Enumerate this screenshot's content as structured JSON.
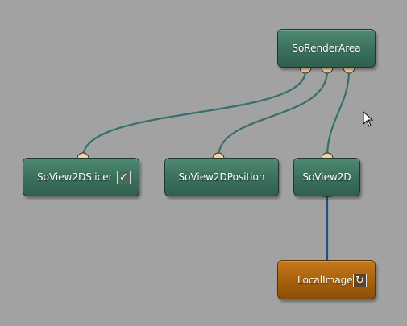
{
  "network": {
    "modules": {
      "render_area": {
        "label": "SoRenderArea"
      },
      "view2d_slicer": {
        "label": "SoView2DSlicer",
        "toggle_icon": "checkmark-icon",
        "toggle_glyph": "✓",
        "toggle_checked": true
      },
      "view2d_position": {
        "label": "SoView2DPosition"
      },
      "view2d": {
        "label": "SoView2D"
      },
      "local_image": {
        "label": "LocalImage",
        "action_icon": "refresh-icon",
        "action_glyph": "↻"
      }
    },
    "connections": [
      {
        "from": "render_area.input-1",
        "to": "view2d_slicer.output",
        "kind": "inventor"
      },
      {
        "from": "render_area.input-2",
        "to": "view2d_position.output",
        "kind": "inventor"
      },
      {
        "from": "render_area.input-3",
        "to": "view2d.output",
        "kind": "inventor"
      },
      {
        "from": "local_image.output",
        "to": "view2d.input",
        "kind": "image"
      }
    ]
  },
  "colors": {
    "canvas": "#a2a2a2",
    "module_green": "#3d7360",
    "module_orange": "#a9620e",
    "inventor_wire": "#356f6e",
    "image_wire": "#1c4f84",
    "inventor_connector": "#f6d2a3",
    "image_connector": "#1f9a7c"
  }
}
